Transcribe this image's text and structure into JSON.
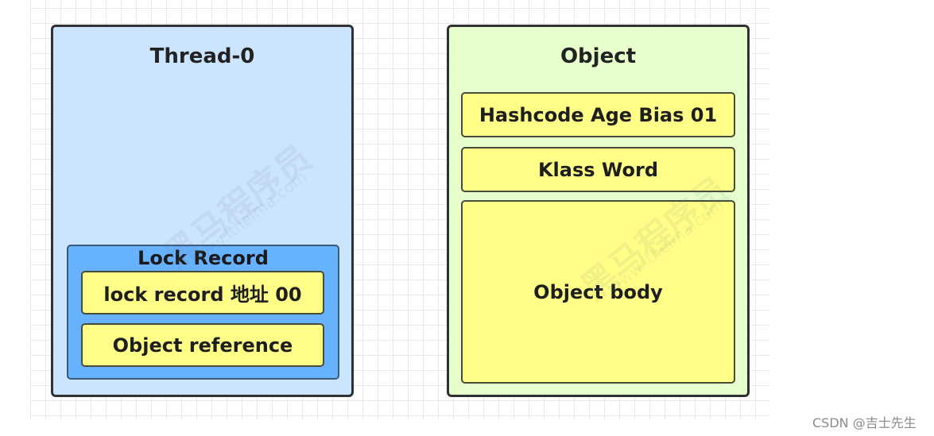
{
  "thread": {
    "title": "Thread-0",
    "lock_record": {
      "title": "Lock Record",
      "fields": [
        "lock  record 地址 00",
        "Object reference"
      ]
    }
  },
  "object": {
    "title": "Object",
    "fields": [
      "Hashcode Age Bias 01",
      "Klass Word",
      "Object body"
    ]
  },
  "watermark": {
    "brand": "黑马程序员",
    "site": "www.itheima.com"
  },
  "credit": "CSDN @吉士先生",
  "colors": {
    "thread_bg": "#cce5ff",
    "object_bg": "#e6ffcc",
    "lock_record_bg": "#66b2ff",
    "field_bg": "#ffff88",
    "border": "#2f3133"
  }
}
